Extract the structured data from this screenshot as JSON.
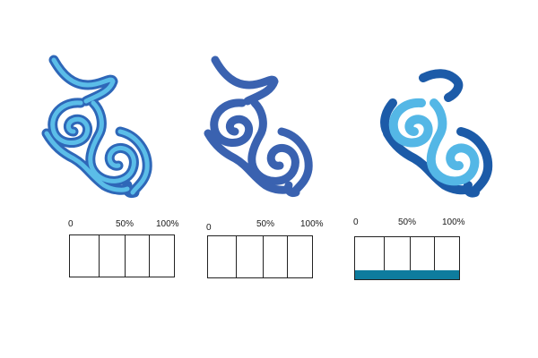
{
  "logos": [
    {
      "variant": "outlined",
      "colors": {
        "outer": "#2e67b8",
        "inner": "#5bbde8"
      }
    },
    {
      "variant": "solid",
      "colors": {
        "outer": "#3a62b0",
        "inner": "#3a62b0"
      }
    },
    {
      "variant": "two-tone",
      "colors": {
        "outer": "#1c5ba8",
        "inner": "#54b7e6"
      }
    }
  ],
  "gauges": [
    {
      "labels": {
        "start": "0",
        "mid": "50%",
        "end": "100%"
      },
      "fill_fraction": 0,
      "fill_color": "#0e7c9e"
    },
    {
      "labels": {
        "start": "0",
        "mid": "50%",
        "end": "100%"
      },
      "fill_fraction": 0,
      "fill_color": "#0e7c9e"
    },
    {
      "labels": {
        "start": "0",
        "mid": "50%",
        "end": "100%"
      },
      "fill_fraction": 1,
      "fill_color": "#0e7c9e"
    }
  ]
}
